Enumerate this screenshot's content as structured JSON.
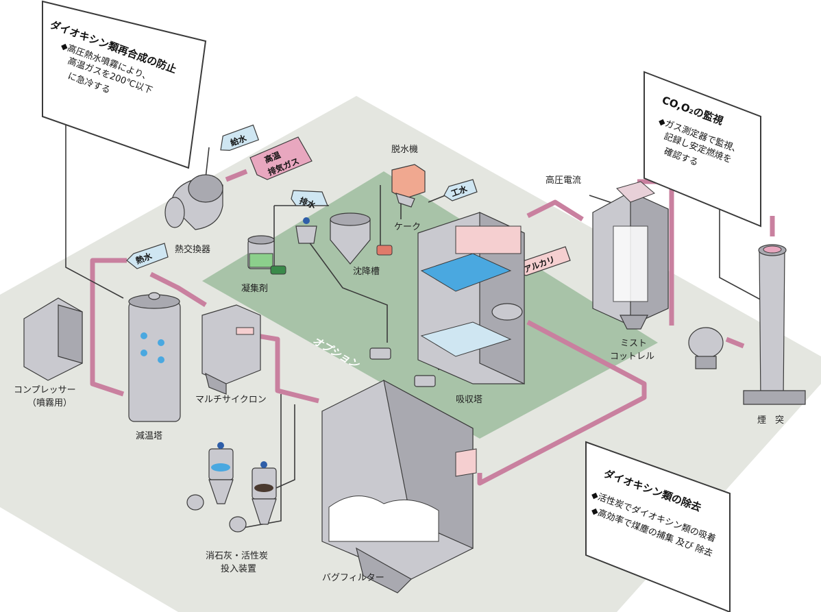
{
  "boxes": {
    "dioxin_prevent": {
      "title": "ダイオキシン類再合成の防止",
      "lines": [
        "◆高圧熱水噴霧により、",
        "高温ガスを200℃以下",
        "に急冷する"
      ]
    },
    "co_monitor": {
      "title": "CO,O₂の監視",
      "lines": [
        "◆ガス測定器で監視、",
        "記録し安定燃焼を",
        "確認する"
      ]
    },
    "dioxin_remove": {
      "title": "ダイオキシン類の除去",
      "lines": [
        "◆活性炭でダイオキシン類の吸着",
        "◆高効率で煤塵の捕集 及び 除去"
      ]
    }
  },
  "tags": {
    "feed_water": "給水",
    "hot_exhaust_1": "高温",
    "hot_exhaust_2": "排気ガス",
    "hot_water": "熱水",
    "drain": "排水",
    "industrial_water": "工水",
    "alkali": "アルカリ"
  },
  "labels": {
    "heat_exchanger": "熱交換器",
    "flocculant": "凝集剤",
    "settling_tank": "沈降槽",
    "dehydrator": "脱水機",
    "cake": "ケーク",
    "high_voltage": "高圧電流",
    "mist_cottrell_1": "ミスト",
    "mist_cottrell_2": "コットレル",
    "compressor_1": "コンプレッサー",
    "compressor_2": "（噴霧用）",
    "cooling_tower": "減温塔",
    "multi_cyclone": "マルチサイクロン",
    "absorption_tower": "吸収塔",
    "chimney": "煙　突",
    "option": "オプション",
    "lime_feeder_1": "消石灰・活性炭",
    "lime_feeder_2": "投入装置",
    "bag_filter": "バグフィルター"
  },
  "colors": {
    "floor": "#e4e6e0",
    "option_zone": "#a8c3a8",
    "equipment": "#c9c9cf",
    "flow_arrow": "#c9809f",
    "tag_pink": "#e8a7bf",
    "tag_blue": "#cfe6f2",
    "water": "#4aa8e0"
  }
}
